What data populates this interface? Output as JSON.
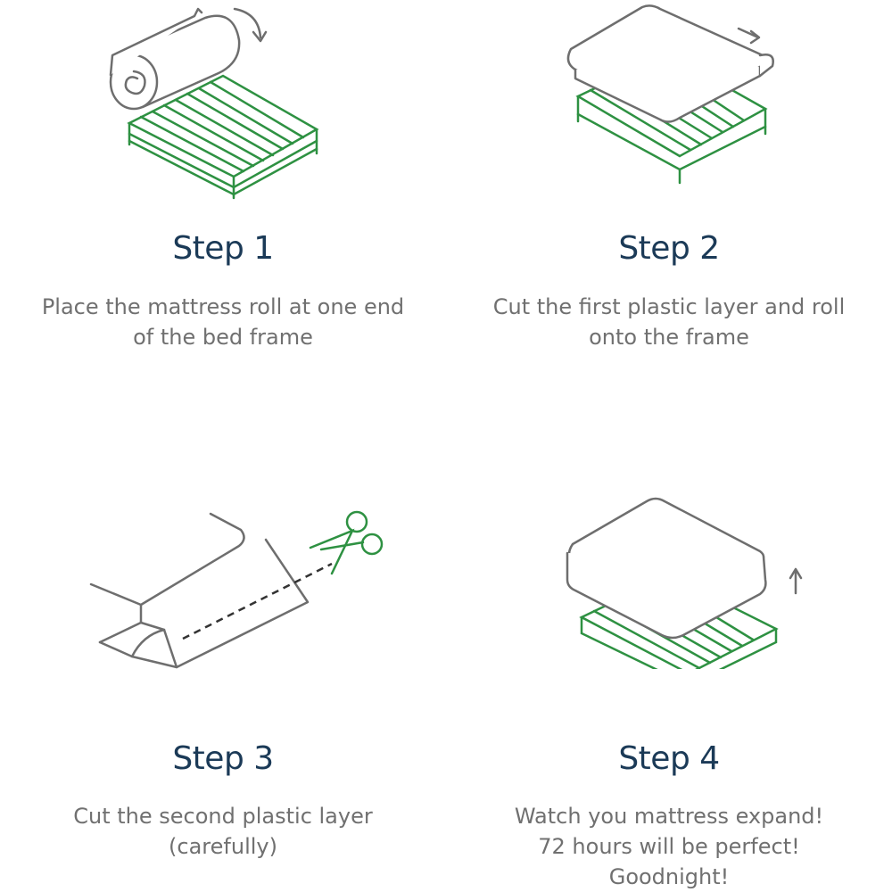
{
  "colors": {
    "title": "#1b3a57",
    "text": "#707070",
    "outline": "#6e6e6e",
    "frame": "#2e9142"
  },
  "steps": [
    {
      "title": "Step 1",
      "lines": [
        "Place the mattress roll at one end",
        "of the bed frame"
      ],
      "illustration": "mattress-roll-icon"
    },
    {
      "title": "Step 2",
      "lines": [
        "Cut the first plastic layer and roll",
        "onto the frame"
      ],
      "illustration": "unroll-icon"
    },
    {
      "title": "Step 3",
      "lines": [
        "Cut the second plastic layer",
        "(carefully)"
      ],
      "illustration": "scissors-icon"
    },
    {
      "title": "Step 4",
      "lines": [
        "Watch you mattress expand!",
        "72 hours will be perfect!",
        "Goodnight!"
      ],
      "illustration": "expanding-mattress-icon"
    }
  ]
}
